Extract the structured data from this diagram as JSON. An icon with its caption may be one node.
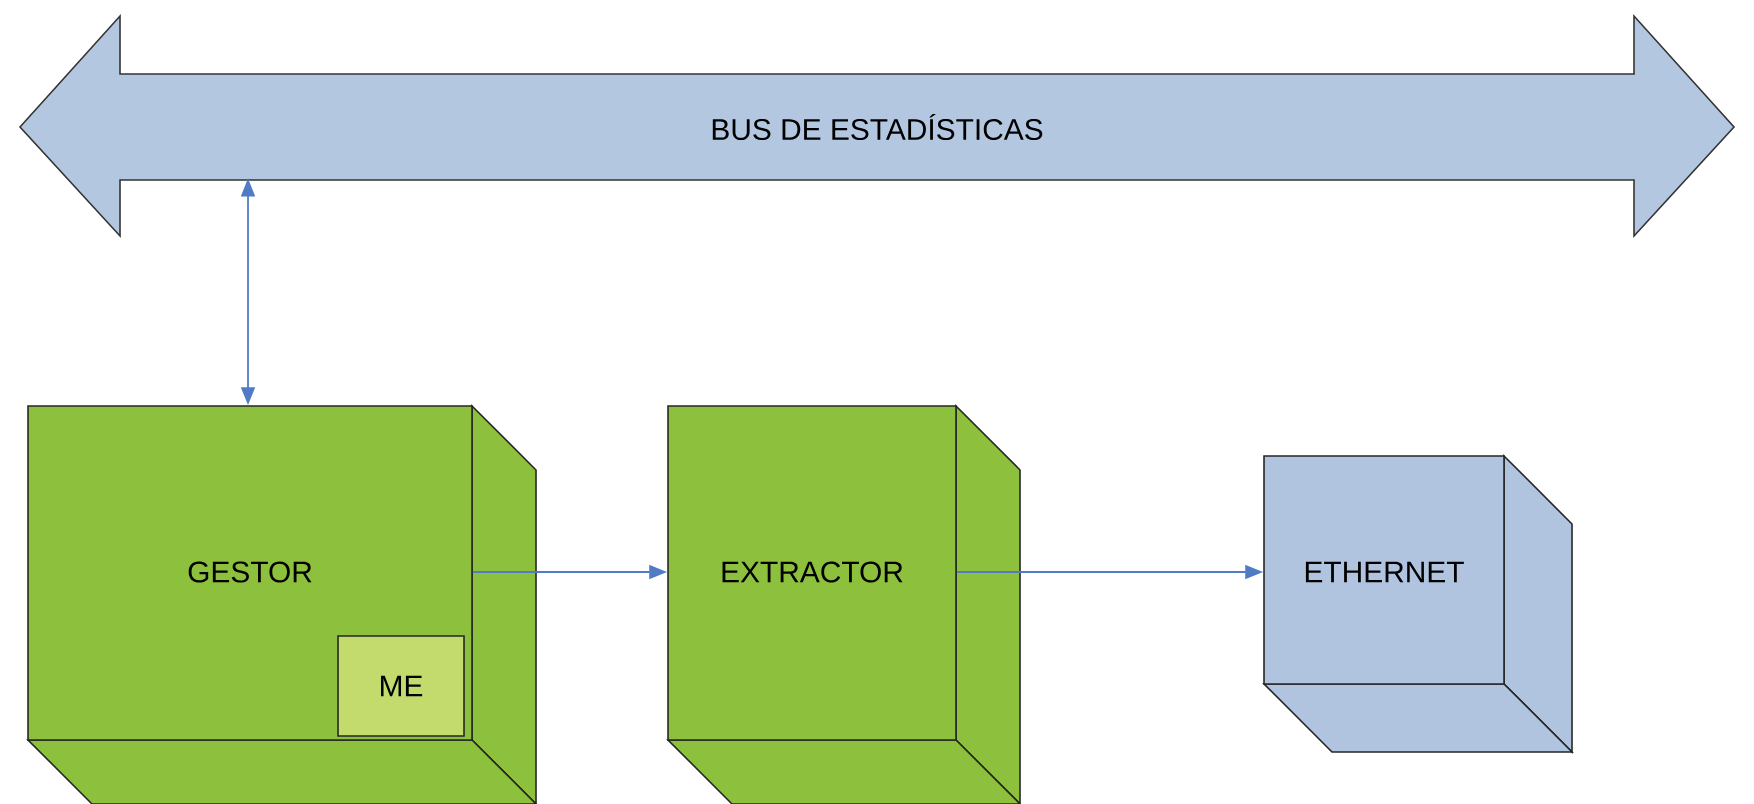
{
  "diagram": {
    "nodes": [
      {
        "text": [
          "BUS DE ESTADÍSTICAS"
        ]
      },
      {
        "text": [
          "GESTOR"
        ]
      },
      {
        "text": [
          "ME"
        ],
        "in": 1
      },
      {
        "text": [
          "EXTRACTOR"
        ]
      },
      {
        "text": [
          "ETHERNET"
        ]
      }
    ],
    "edges": [
      {
        "from": 0,
        "to": 1,
        "arrow": "both"
      },
      {
        "from": 1,
        "to": 3,
        "arrow": "to"
      },
      {
        "from": 3,
        "to": 4,
        "arrow": "to"
      }
    ]
  }
}
